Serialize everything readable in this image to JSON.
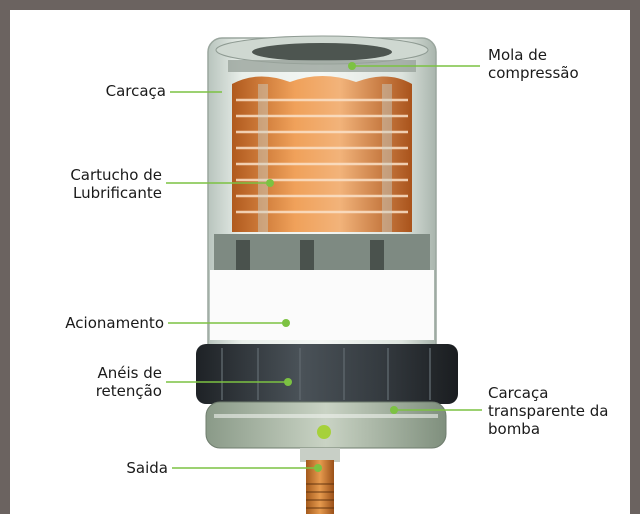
{
  "labels": {
    "carcaca": "Carcaça",
    "mola": "Mola de compressão",
    "cartucho": "Cartucho de Lubrificante",
    "acionamento": "Acionamento",
    "aneis": "Anéis de retenção",
    "carcaca_bomba": "Carcaça transparente da bomba",
    "saida": "Saida"
  },
  "colors": {
    "frame": "#6b6360",
    "leader_line": "#7cc242",
    "cartridge": "#e8914a",
    "ring": "#2b2f33"
  }
}
